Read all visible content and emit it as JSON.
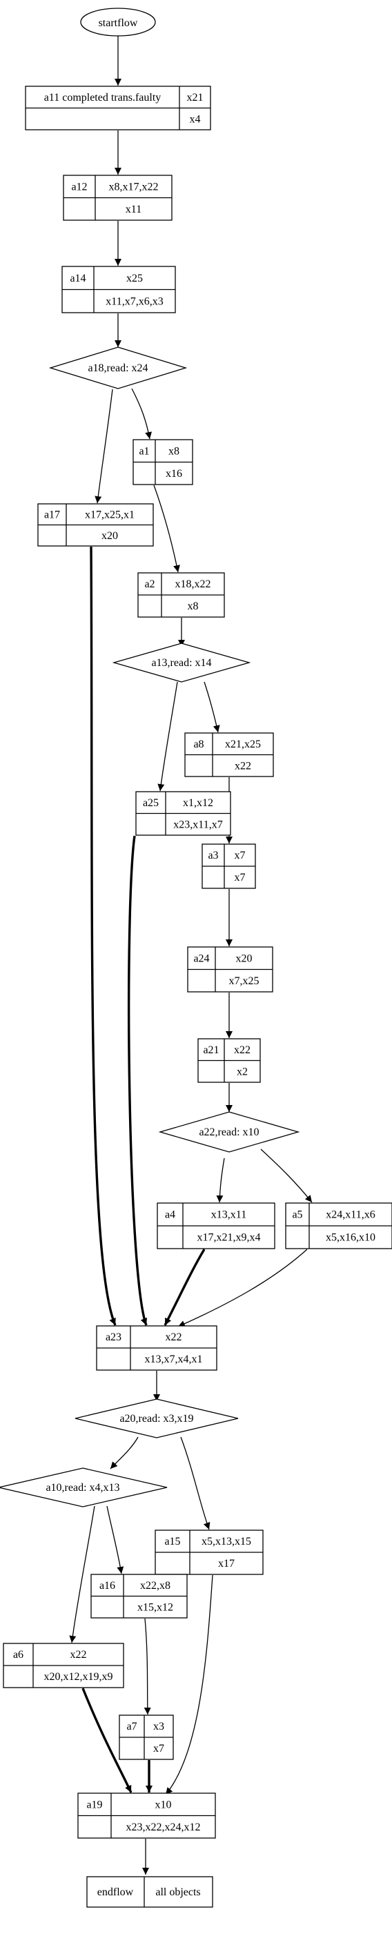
{
  "diagram": {
    "terminals": {
      "start": "startflow",
      "end_label": "endflow",
      "end_value": "all objects"
    },
    "nodes": [
      {
        "id": "a11",
        "cells": [
          "a11  completed trans.faulty",
          "x21",
          "",
          "x4"
        ]
      },
      {
        "id": "a12",
        "cells": [
          "a12",
          "x8,x17,x22",
          "",
          "x11"
        ]
      },
      {
        "id": "a14",
        "cells": [
          "a14",
          "x25",
          "",
          "x11,x7,x6,x3"
        ]
      },
      {
        "id": "a1",
        "cells": [
          "a1",
          "x8",
          "",
          "x16"
        ]
      },
      {
        "id": "a17",
        "cells": [
          "a17",
          "x17,x25,x1",
          "",
          "x20"
        ]
      },
      {
        "id": "a2",
        "cells": [
          "a2",
          "x18,x22",
          "",
          "x8"
        ]
      },
      {
        "id": "a8",
        "cells": [
          "a8",
          "x21,x25",
          "",
          "x22"
        ]
      },
      {
        "id": "a25",
        "cells": [
          "a25",
          "x1,x12",
          "",
          "x23,x11,x7"
        ]
      },
      {
        "id": "a3",
        "cells": [
          "a3",
          "x7",
          "",
          "x7"
        ]
      },
      {
        "id": "a24",
        "cells": [
          "a24",
          "x20",
          "",
          "x7,x25"
        ]
      },
      {
        "id": "a21",
        "cells": [
          "a21",
          "x22",
          "",
          "x2"
        ]
      },
      {
        "id": "a4",
        "cells": [
          "a4",
          "x13,x11",
          "",
          "x17,x21,x9,x4"
        ]
      },
      {
        "id": "a5",
        "cells": [
          "a5",
          "x24,x11,x6",
          "",
          "x5,x16,x10"
        ]
      },
      {
        "id": "a23",
        "cells": [
          "a23",
          "x22",
          "",
          "x13,x7,x4,x1"
        ]
      },
      {
        "id": "a15",
        "cells": [
          "a15",
          "x5,x13,x15",
          "",
          "x17"
        ]
      },
      {
        "id": "a16",
        "cells": [
          "a16",
          "x22,x8",
          "",
          "x15,x12"
        ]
      },
      {
        "id": "a6",
        "cells": [
          "a6",
          "x22",
          "",
          "x20,x12,x19,x9"
        ]
      },
      {
        "id": "a7",
        "cells": [
          "a7",
          "x3",
          "",
          "x7"
        ]
      },
      {
        "id": "a19",
        "cells": [
          "a19",
          "x10",
          "",
          "x23,x22,x24,x12"
        ]
      }
    ],
    "decisions": [
      {
        "id": "a18",
        "label": "a18,read: x24"
      },
      {
        "id": "a13",
        "label": "a13,read: x14"
      },
      {
        "id": "a22",
        "label": "a22,read: x10"
      },
      {
        "id": "a20",
        "label": "a20,read: x3,x19"
      },
      {
        "id": "a10",
        "label": "a10,read: x4,x13"
      }
    ]
  }
}
